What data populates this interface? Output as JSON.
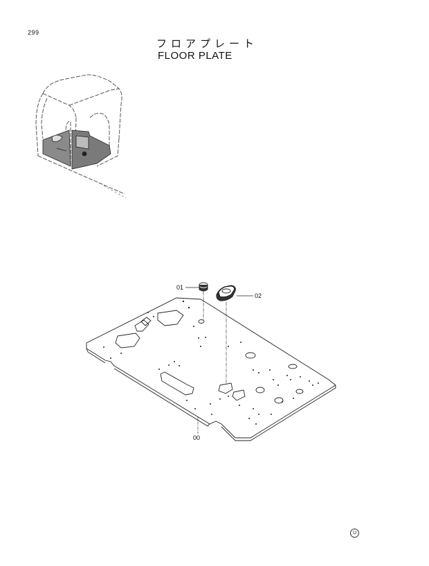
{
  "page": {
    "number": "299",
    "title_jp": "フロアプレート",
    "title_en": "FLOOR PLATE"
  },
  "diagram": {
    "overview_figure": "cab-with-floor-plate-highlighted",
    "parts": [
      {
        "callout": "00",
        "name": "floor-plate"
      },
      {
        "callout": "01",
        "name": "plug"
      },
      {
        "callout": "02",
        "name": "grommet"
      }
    ]
  },
  "footer": {
    "mark": "U"
  },
  "colors": {
    "line": "#222222",
    "shade": "#8a8a8a",
    "background": "#ffffff"
  }
}
